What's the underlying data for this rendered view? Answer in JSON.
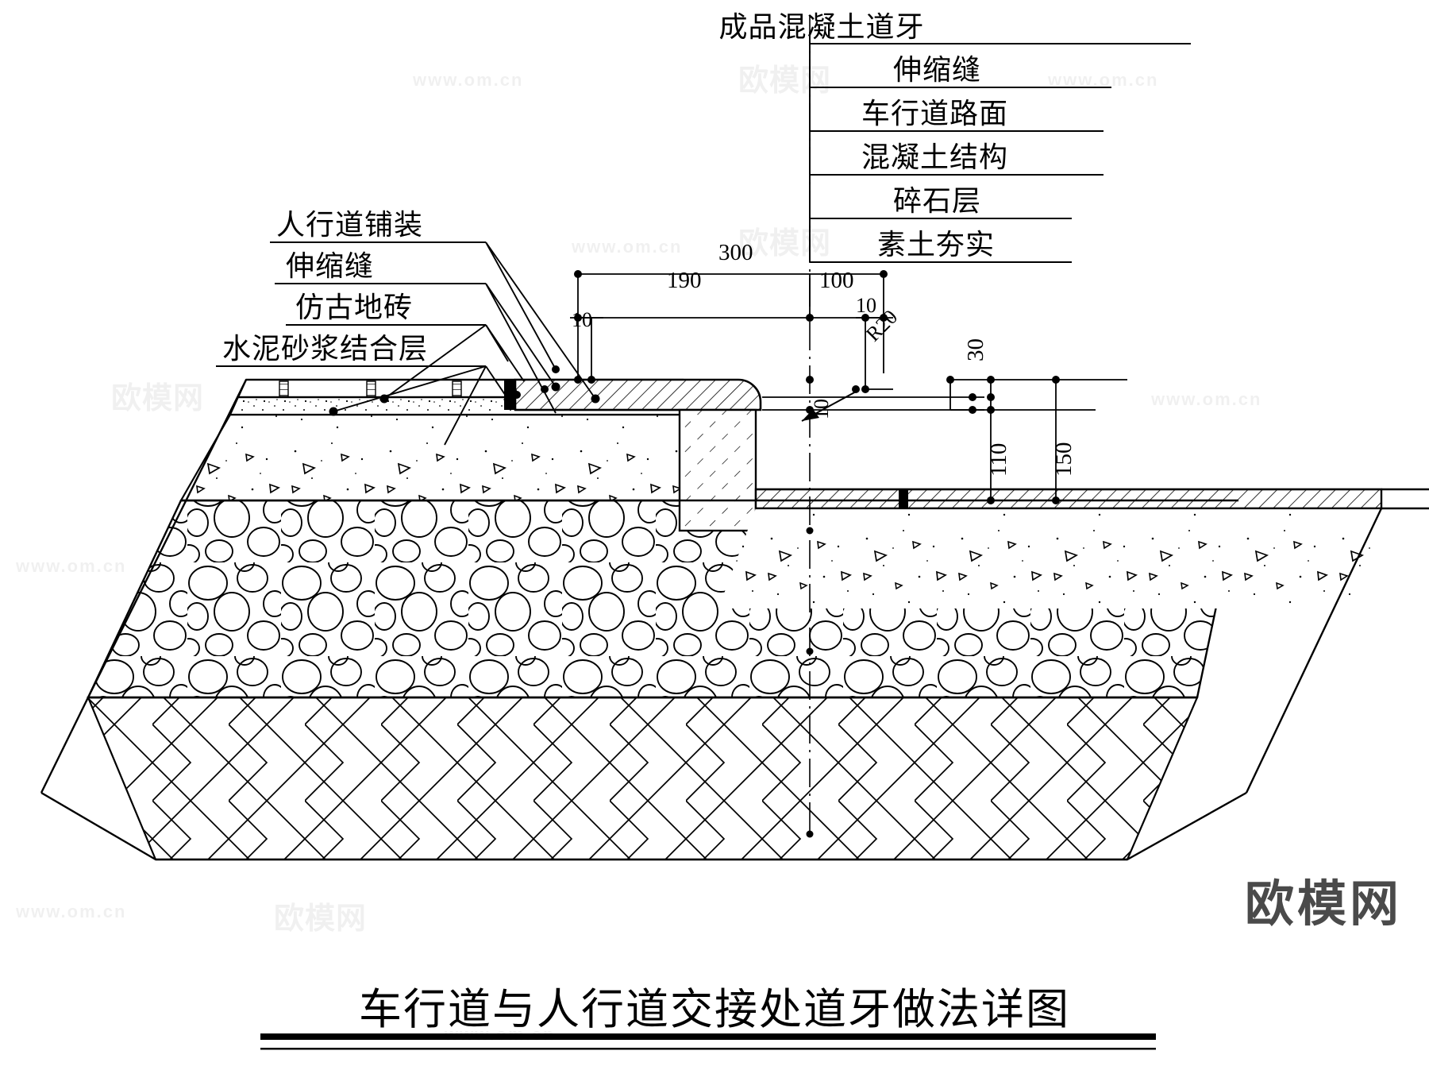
{
  "drawing": {
    "title": "车行道与人行道交接处道牙做法详图",
    "watermark_logo": "欧模网",
    "watermark_cn": "欧模网",
    "watermark_url": "www.om.cn"
  },
  "right_labels": [
    {
      "id": "rl-0",
      "text": "成品混凝土道牙"
    },
    {
      "id": "rl-1",
      "text": "伸缩缝"
    },
    {
      "id": "rl-2",
      "text": "车行道路面"
    },
    {
      "id": "rl-3",
      "text": "混凝土结构"
    },
    {
      "id": "rl-4",
      "text": "碎石层"
    },
    {
      "id": "rl-5",
      "text": "素土夯实"
    }
  ],
  "left_labels": [
    {
      "id": "ll-0",
      "text": "人行道铺装"
    },
    {
      "id": "ll-1",
      "text": "伸缩缝"
    },
    {
      "id": "ll-2",
      "text": "仿古地砖"
    },
    {
      "id": "ll-3",
      "text": "水泥砂浆结合层"
    }
  ],
  "dimensions": {
    "width_total": "300",
    "width_left": "190",
    "width_right": "100",
    "left_small": "10",
    "right_small": "10",
    "joint_10": "10",
    "radius": "R20",
    "curb_height": "30",
    "depth_110": "110",
    "depth_150": "150"
  },
  "colors": {
    "line": "#000000",
    "fill": "#ffffff",
    "logo": "#4a4a4a"
  }
}
